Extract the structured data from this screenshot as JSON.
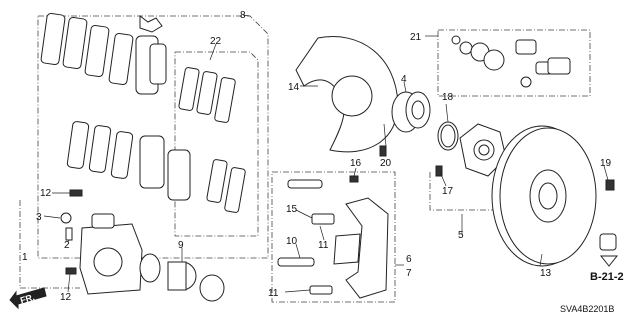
{
  "diagram": {
    "part_labels": {
      "p1": "1",
      "p2": "2",
      "p3": "3",
      "p4": "4",
      "p5": "5",
      "p6": "6",
      "p7": "7",
      "p8": "8",
      "p9": "9",
      "p10": "10",
      "p11a": "11",
      "p11b": "11",
      "p12a": "12",
      "p12b": "12",
      "p13": "13",
      "p14": "14",
      "p15": "15",
      "p16": "16",
      "p17": "17",
      "p18": "18",
      "p19": "19",
      "p20": "20",
      "p21": "21",
      "p22": "22"
    },
    "reference": "B-21-2",
    "direction": "FR.",
    "diagram_code": "SVA4B2201B"
  }
}
